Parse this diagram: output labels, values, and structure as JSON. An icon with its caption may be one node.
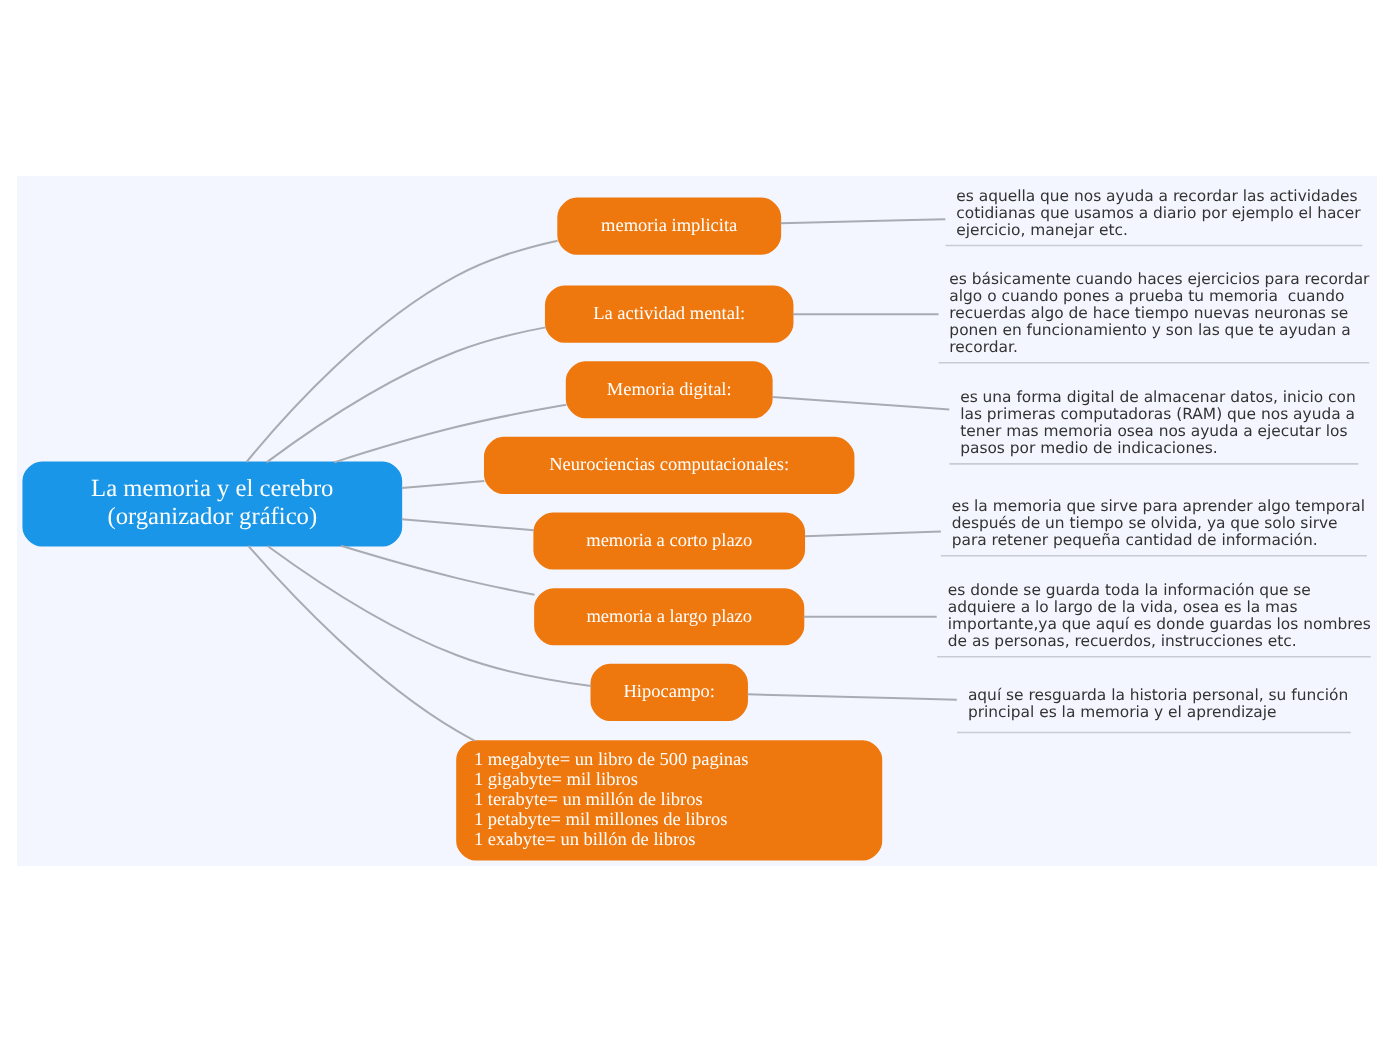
{
  "diagram": {
    "nodes": [
      {
        "text": [
          "La memoria y el cerebro (organizador gráfico)"
        ]
      },
      {
        "text": [
          "memoria implicita"
        ]
      },
      {
        "text": [
          "es aquella que nos ayuda a recordar las actividades cotidianas que usamos a diario por ejemplo el hacer ejercicio, manejar etc."
        ]
      },
      {
        "text": [
          "La actividad mental:"
        ]
      },
      {
        "text": [
          "es básicamente cuando haces ejercicios para recordar algo o cuando pones a prueba tu memoria  cuando recuerdas algo de hace tiempo nuevas neuronas se ponen en funcionamiento y son las que te ayudan a recordar."
        ]
      },
      {
        "text": [
          "Memoria digital:"
        ]
      },
      {
        "text": [
          "es una forma digital de almacenar datos, inicio con las primeras computadoras (RAM) que nos ayuda a tener mas memoria osea nos ayuda a ejecutar los pasos por medio de indicaciones."
        ]
      },
      {
        "text": [
          "Neurociencias computacionales:"
        ]
      },
      {
        "text": [
          "memoria a corto plazo"
        ]
      },
      {
        "text": [
          "es la memoria que sirve para aprender algo temporal después de un tiempo se olvida, ya que solo sirve para retener pequeña cantidad de información."
        ]
      },
      {
        "text": [
          "memoria a largo plazo"
        ]
      },
      {
        "text": [
          "es donde se guarda toda la información que se adquiere a lo largo de la vida, osea es la mas importante,ya que aquí es donde guardas los nombres de as personas, recuerdos, instrucciones etc."
        ]
      },
      {
        "text": [
          "Hipocampo:"
        ]
      },
      {
        "text": [
          "aquí se resguarda la historia personal, su función principal es la memoria y el aprendizaje"
        ]
      },
      {
        "text": [
          "1 megabyte= un libro de 500 paginas",
          "1 gigabyte= mil libros",
          "1 terabyte= un millón de libros",
          "1 petabyte= mil millones de libros",
          "1 exabyte= un billón de libros"
        ]
      }
    ],
    "edges": [
      {
        "from": 0,
        "to": 1,
        "arrow": "none"
      },
      {
        "from": 1,
        "to": 2,
        "arrow": "none"
      },
      {
        "from": 0,
        "to": 3,
        "arrow": "none"
      },
      {
        "from": 3,
        "to": 4,
        "arrow": "none"
      },
      {
        "from": 0,
        "to": 5,
        "arrow": "none"
      },
      {
        "from": 5,
        "to": 6,
        "arrow": "none"
      },
      {
        "from": 0,
        "to": 7,
        "arrow": "none"
      },
      {
        "from": 0,
        "to": 8,
        "arrow": "none"
      },
      {
        "from": 8,
        "to": 9,
        "arrow": "none"
      },
      {
        "from": 0,
        "to": 10,
        "arrow": "none"
      },
      {
        "from": 10,
        "to": 11,
        "arrow": "none"
      },
      {
        "from": 0,
        "to": 12,
        "arrow": "none"
      },
      {
        "from": 12,
        "to": 13,
        "arrow": "none"
      },
      {
        "from": 0,
        "to": 14,
        "arrow": "none"
      }
    ]
  }
}
